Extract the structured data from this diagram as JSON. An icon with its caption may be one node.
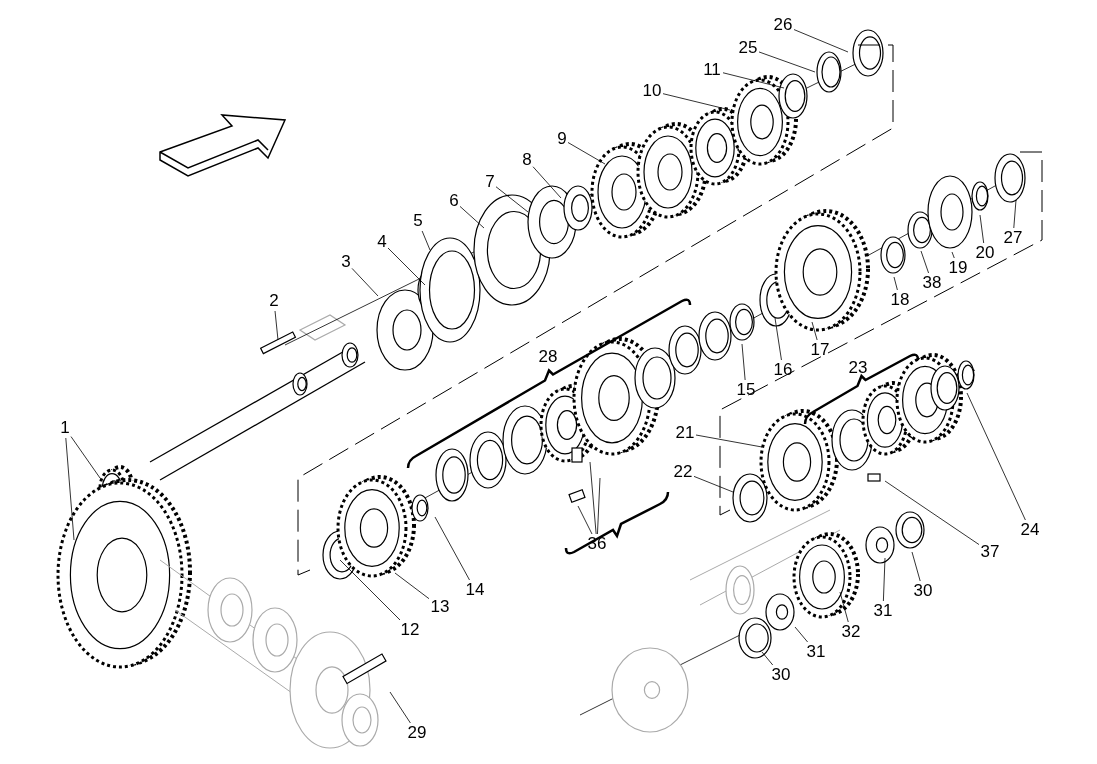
{
  "diagram": {
    "nodes": [
      {
        "text": [
          "26"
        ]
      },
      {
        "text": [
          "25"
        ]
      },
      {
        "text": [
          "11"
        ]
      },
      {
        "text": [
          "10"
        ]
      },
      {
        "text": [
          "9"
        ]
      },
      {
        "text": [
          "8"
        ]
      },
      {
        "text": [
          "7"
        ]
      },
      {
        "text": [
          "6"
        ]
      },
      {
        "text": [
          "5"
        ]
      },
      {
        "text": [
          "4"
        ]
      },
      {
        "text": [
          "3"
        ]
      },
      {
        "text": [
          "2"
        ]
      },
      {
        "text": [
          "27"
        ]
      },
      {
        "text": [
          "20"
        ]
      },
      {
        "text": [
          "19"
        ]
      },
      {
        "text": [
          "38"
        ]
      },
      {
        "text": [
          "18"
        ]
      },
      {
        "text": [
          "17"
        ]
      },
      {
        "text": [
          "16"
        ]
      },
      {
        "text": [
          "15"
        ]
      },
      {
        "text": [
          "1"
        ]
      },
      {
        "text": [
          "21"
        ]
      },
      {
        "text": [
          "22"
        ]
      },
      {
        "text": [
          "24"
        ]
      },
      {
        "text": [
          "37"
        ]
      },
      {
        "text": [
          "36"
        ]
      },
      {
        "text": [
          "14"
        ]
      },
      {
        "text": [
          "13"
        ]
      },
      {
        "text": [
          "12"
        ]
      },
      {
        "text": [
          "30"
        ]
      },
      {
        "text": [
          "31"
        ]
      },
      {
        "text": [
          "32"
        ]
      },
      {
        "text": [
          "31"
        ]
      },
      {
        "text": [
          "30"
        ]
      },
      {
        "text": [
          "29"
        ]
      }
    ],
    "edges": [
      {
        "from": 0,
        "to": null,
        "arrow": "none"
      },
      {
        "from": 1,
        "to": null,
        "arrow": "none"
      },
      {
        "from": 2,
        "to": null,
        "arrow": "none"
      },
      {
        "from": 3,
        "to": null,
        "arrow": "none"
      },
      {
        "from": 4,
        "to": null,
        "arrow": "none"
      },
      {
        "from": 5,
        "to": null,
        "arrow": "none"
      },
      {
        "from": 6,
        "to": null,
        "arrow": "none"
      },
      {
        "from": 7,
        "to": null,
        "arrow": "none"
      },
      {
        "from": 8,
        "to": null,
        "arrow": "none"
      },
      {
        "from": 9,
        "to": null,
        "arrow": "none"
      },
      {
        "from": 10,
        "to": null,
        "arrow": "none"
      },
      {
        "from": 11,
        "to": null,
        "arrow": "none"
      },
      {
        "from": 12,
        "to": null,
        "arrow": "none"
      },
      {
        "from": 13,
        "to": null,
        "arrow": "none"
      },
      {
        "from": 14,
        "to": null,
        "arrow": "none"
      },
      {
        "from": 15,
        "to": null,
        "arrow": "none"
      },
      {
        "from": 16,
        "to": null,
        "arrow": "none"
      },
      {
        "from": 17,
        "to": null,
        "arrow": "none"
      },
      {
        "from": 18,
        "to": null,
        "arrow": "none"
      },
      {
        "from": 19,
        "to": null,
        "arrow": "none"
      },
      {
        "from": 20,
        "to": null,
        "arrow": "none"
      },
      {
        "from": 20,
        "to": null,
        "arrow": "none"
      },
      {
        "from": 21,
        "to": null,
        "arrow": "none"
      },
      {
        "from": 22,
        "to": null,
        "arrow": "none"
      },
      {
        "from": 23,
        "to": null,
        "arrow": "none"
      },
      {
        "from": 24,
        "to": null,
        "arrow": "none"
      },
      {
        "from": 25,
        "to": null,
        "arrow": "none"
      },
      {
        "from": 25,
        "to": null,
        "arrow": "none"
      },
      {
        "from": 25,
        "to": null,
        "arrow": "none"
      },
      {
        "from": 26,
        "to": null,
        "arrow": "none"
      },
      {
        "from": 27,
        "to": null,
        "arrow": "none"
      },
      {
        "from": 28,
        "to": null,
        "arrow": "none"
      },
      {
        "from": 29,
        "to": null,
        "arrow": "none"
      },
      {
        "from": 30,
        "to": null,
        "arrow": "none"
      },
      {
        "from": 31,
        "to": null,
        "arrow": "none"
      },
      {
        "from": 32,
        "to": null,
        "arrow": "none"
      },
      {
        "from": 33,
        "to": null,
        "arrow": "none"
      },
      {
        "from": 34,
        "to": null,
        "arrow": "none"
      }
    ],
    "labels": [
      "28",
      "23"
    ]
  }
}
